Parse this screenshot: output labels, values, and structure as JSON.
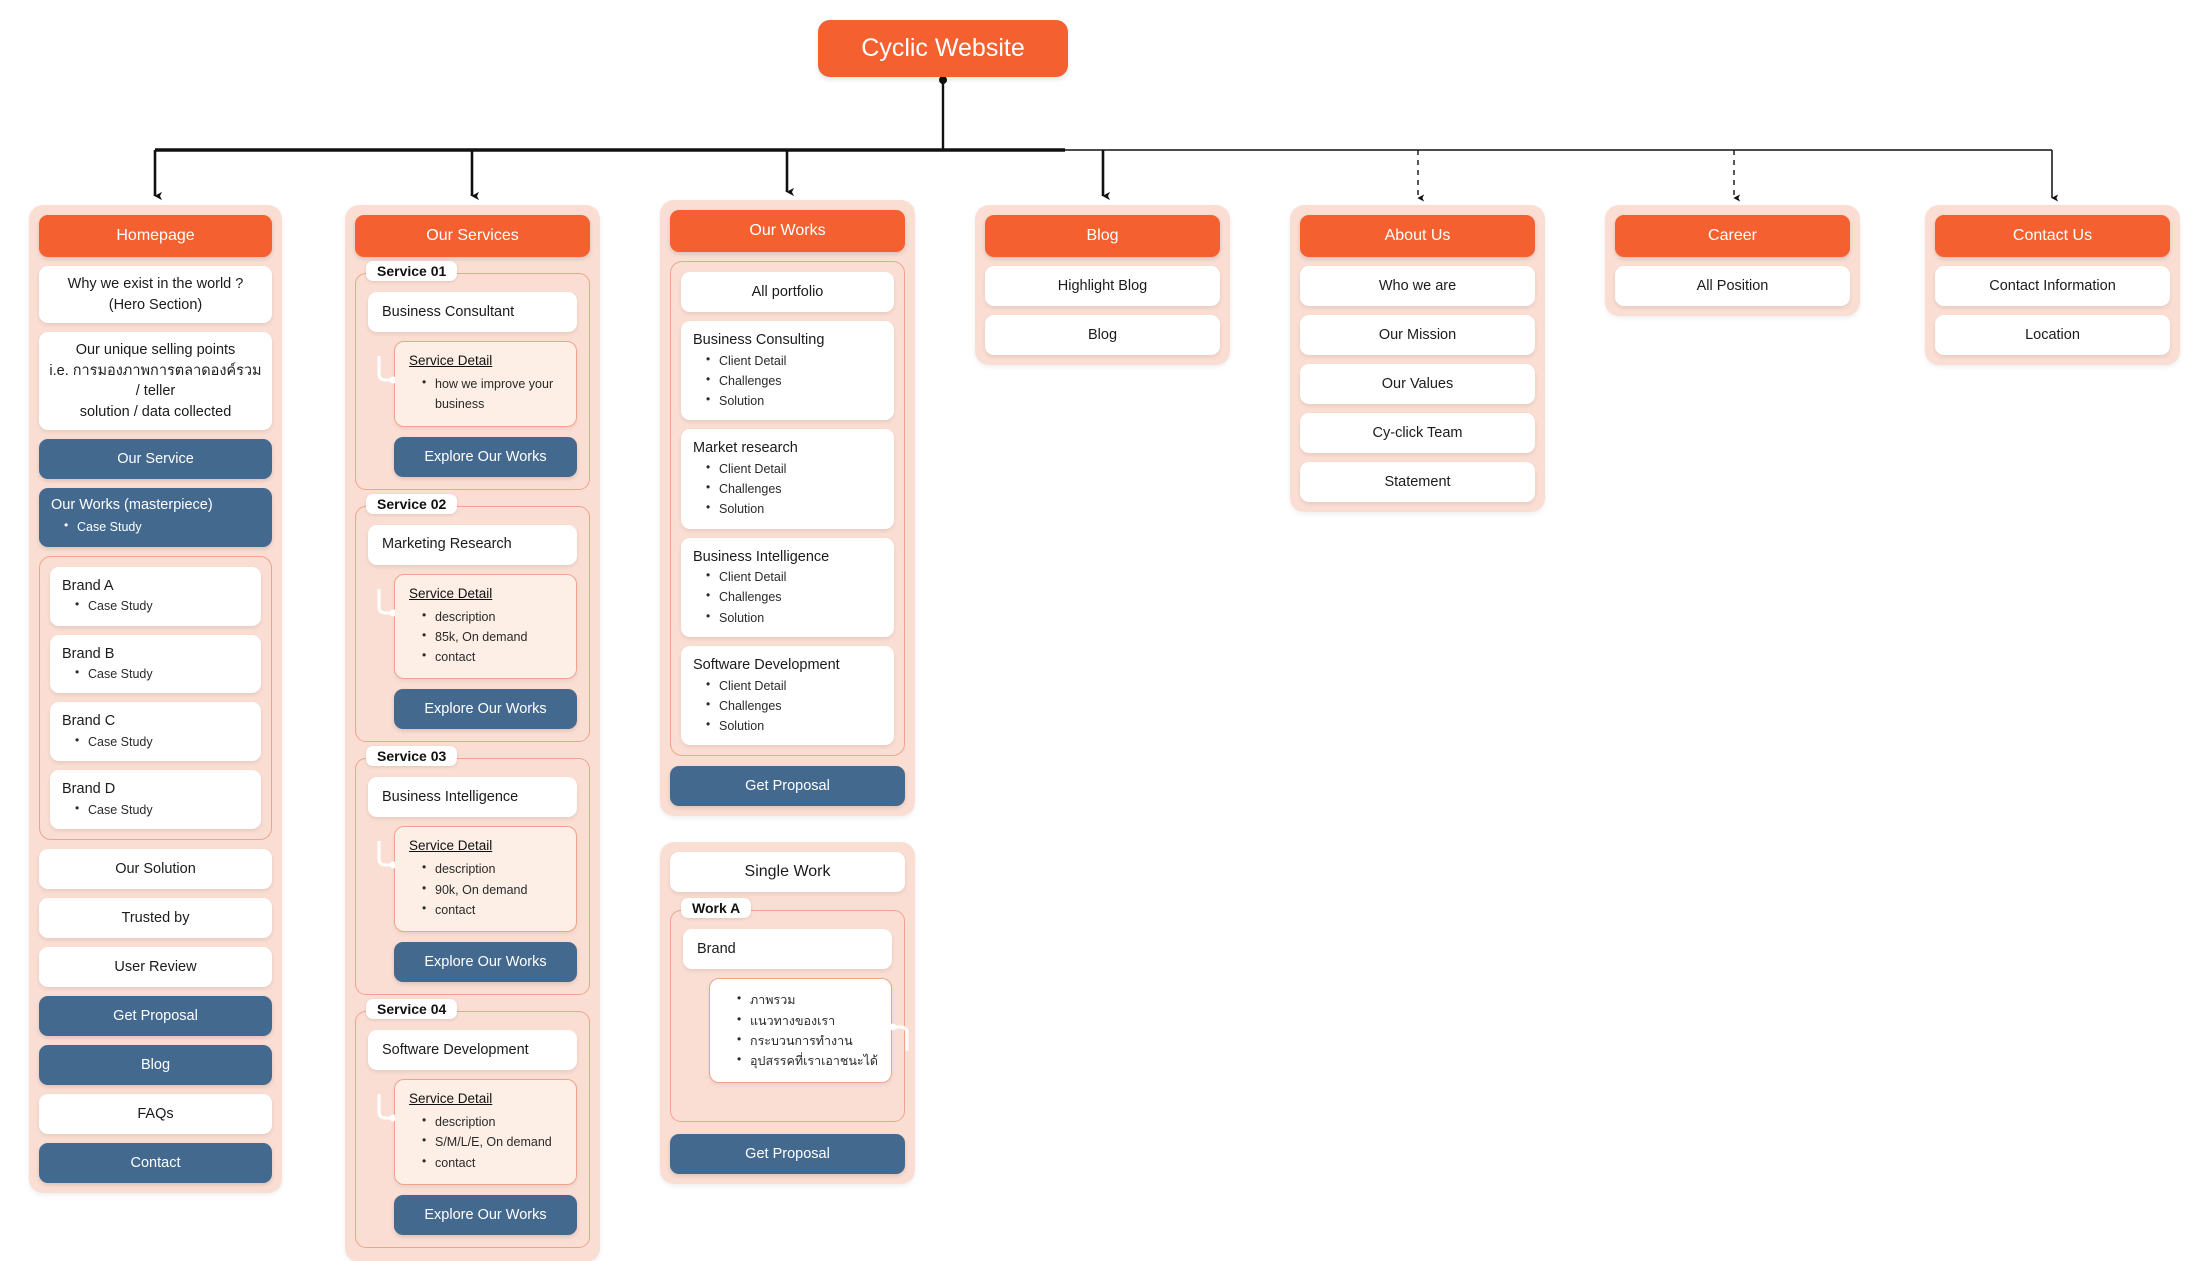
{
  "root": {
    "label": "Cyclic Website"
  },
  "colors": {
    "orange": "#F4602F",
    "blue": "#44698F",
    "panel": "#FBDED3",
    "nested": "#FDEFE6",
    "border": "#F0A48A"
  },
  "columns": [
    {
      "id": "homepage",
      "header": "Homepage",
      "cards": [
        {
          "type": "white",
          "lines": [
            "Why we exist in the world ?",
            "(Hero Section)"
          ]
        },
        {
          "type": "white",
          "lines": [
            "Our unique selling points",
            "i.e. การมองภาพการตลาดองค์รวม / teller",
            "solution / data collected"
          ]
        },
        {
          "type": "blue",
          "label": "Our Service"
        },
        {
          "type": "blue-list",
          "label": "Our Works (masterpiece)",
          "bullets": [
            "Case Study"
          ]
        }
      ],
      "brands": [
        {
          "label": "Brand A",
          "bullets": [
            "Case Study"
          ]
        },
        {
          "label": "Brand B",
          "bullets": [
            "Case Study"
          ]
        },
        {
          "label": "Brand C",
          "bullets": [
            "Case Study"
          ]
        },
        {
          "label": "Brand D",
          "bullets": [
            "Case Study"
          ]
        }
      ],
      "tail": [
        {
          "type": "white",
          "label": "Our Solution"
        },
        {
          "type": "white",
          "label": "Trusted by"
        },
        {
          "type": "white",
          "label": "User Review"
        },
        {
          "type": "blue",
          "label": "Get Proposal"
        },
        {
          "type": "blue",
          "label": "Blog"
        },
        {
          "type": "white",
          "label": "FAQs"
        },
        {
          "type": "blue",
          "label": "Contact"
        }
      ]
    },
    {
      "id": "our-services",
      "header": "Our Services",
      "services": [
        {
          "tab": "Service 01",
          "title": "Business Consultant",
          "detail_title": "Service Detail",
          "detail_bullets": [
            "how we improve your business"
          ],
          "cta": "Explore Our Works"
        },
        {
          "tab": "Service 02",
          "title": "Marketing Research",
          "detail_title": "Service Detail",
          "detail_bullets": [
            "description",
            "85k, On demand",
            "contact"
          ],
          "cta": "Explore Our Works"
        },
        {
          "tab": "Service 03",
          "title": "Business Intelligence",
          "detail_title": "Service Detail",
          "detail_bullets": [
            "description",
            "90k, On demand",
            "contact"
          ],
          "cta": "Explore Our Works"
        },
        {
          "tab": "Service 04",
          "title": "Software Development",
          "detail_title": "Service Detail",
          "detail_bullets": [
            "description",
            "S/M/L/E, On demand",
            "contact"
          ],
          "cta": "Explore Our Works"
        }
      ]
    },
    {
      "id": "our-works",
      "header": "Our Works",
      "portfolio_label": "All portfolio",
      "works": [
        {
          "title": "Business Consulting",
          "bullets": [
            "Client Detail",
            "Challenges",
            "Solution"
          ]
        },
        {
          "title": "Market research",
          "bullets": [
            "Client Detail",
            "Challenges",
            "Solution"
          ]
        },
        {
          "title": "Business Intelligence",
          "bullets": [
            "Client Detail",
            "Challenges",
            "Solution"
          ]
        },
        {
          "title": "Software Development",
          "bullets": [
            "Client Detail",
            "Challenges",
            "Solution"
          ]
        }
      ],
      "cta": "Get Proposal",
      "single_work": {
        "header": "Single Work",
        "tab": "Work A",
        "brand_label": "Brand",
        "bullets": [
          "ภาพรวม",
          "แนวทางของเรา",
          "กระบวนการทำงาน",
          "อุปสรรคที่เราเอาชนะได้"
        ],
        "cta": "Get Proposal"
      }
    },
    {
      "id": "blog",
      "header": "Blog",
      "items": [
        "Highlight Blog",
        "Blog"
      ]
    },
    {
      "id": "about-us",
      "header": "About Us",
      "items": [
        "Who we are",
        "Our Mission",
        "Our Values",
        "Cy-click Team",
        "Statement"
      ]
    },
    {
      "id": "career",
      "header": "Career",
      "items": [
        "All Position"
      ]
    },
    {
      "id": "contact-us",
      "header": "Contact Us",
      "items": [
        "Contact Information",
        "Location"
      ]
    }
  ]
}
